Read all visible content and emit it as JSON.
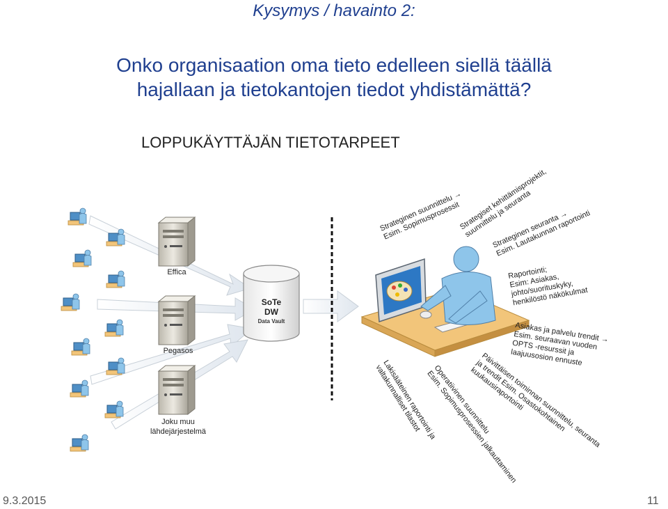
{
  "slide": {
    "kicker": "Kysymys / havainto 2:",
    "question_lines": [
      "Onko organisaation oma tieto edelleen siellä täällä",
      "hajallaan ja tietokantojen tiedot yhdistämättä?"
    ]
  },
  "diagram": {
    "heading": "LOPPUKÄYTTÄJÄN TIETOTARPEET",
    "sources": [
      {
        "lines": [
          "Effica"
        ]
      },
      {
        "lines": [
          "Pegasos"
        ]
      },
      {
        "lines": [
          "Joku muu",
          "lähdejärjestelmä"
        ]
      }
    ],
    "warehouse": {
      "title_lines": [
        "SoTe",
        "DW"
      ],
      "subtitle": "Data Vault"
    },
    "needs": [
      {
        "lines": [
          "Strateginen suunnittelu →",
          "Esim. Sopimusprosessit"
        ]
      },
      {
        "lines": [
          "Strategiset kehittämisprojektit,",
          "suunnittelu ja seuranta"
        ]
      },
      {
        "lines": [
          "Strateginen seuranta →",
          "Esim. Lautakunnan raportointi"
        ]
      },
      {
        "lines": [
          "Raportointi;",
          "Esim: Asiakas,",
          "johto/suorituskyky,",
          "henkilöstö näkökulmat"
        ]
      },
      {
        "lines": [
          "Asiakas ja palvelu trendit →",
          "Esim. seuraavan vuoden",
          "OPTS -resurssit ja",
          "laajuusosion ennuste"
        ]
      },
      {
        "lines": [
          "Päivittäisen toiminnan suunnittelu, seuranta",
          "ja trendit Esim. Osastokohtainen",
          "kuukausiraportointi"
        ]
      },
      {
        "lines": [
          "Operatiivinen suunnittelu",
          "Esim. Sopimusprosessien jalkauttaminen"
        ]
      },
      {
        "lines": [
          "Lakisääteinen raportointi ja",
          "valtakunnalliset tilastot"
        ]
      }
    ]
  },
  "footer": {
    "date": "9.3.2015",
    "page": "11"
  },
  "colors": {
    "title": "#1f3f8f",
    "person_skin": "#8ec5ea",
    "desk": "#f2c57a",
    "server": "#d9d6cc",
    "arrow": "#e8eef4",
    "divider": "#111111"
  }
}
